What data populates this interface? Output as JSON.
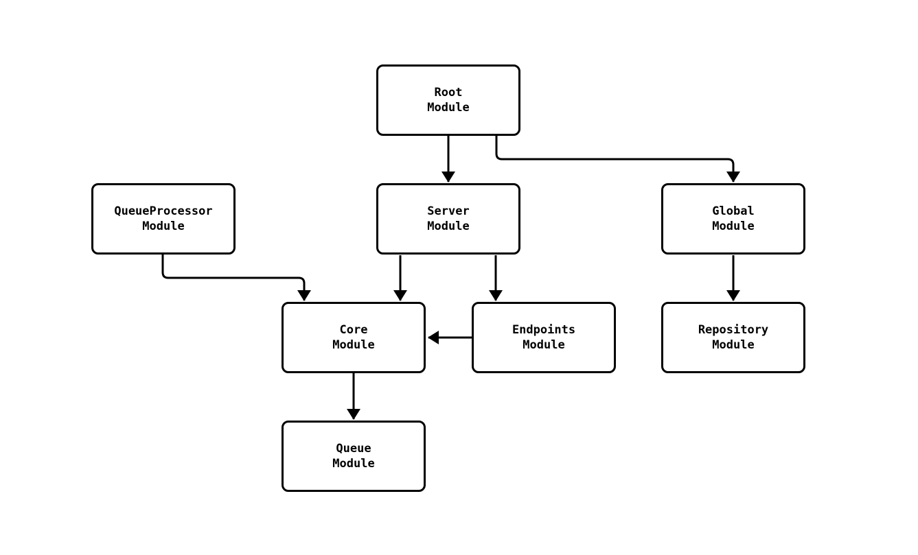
{
  "diagram": {
    "type": "flowchart",
    "background": "#ffffff",
    "colors": {
      "node_fill": "#ffffff",
      "node_border": "#000000",
      "edge": "#000000",
      "text": "#000000"
    },
    "nodes": [
      {
        "id": "root",
        "label": "Root\nModule"
      },
      {
        "id": "queueprocessor",
        "label": "QueueProcessor\nModule"
      },
      {
        "id": "server",
        "label": "Server\nModule"
      },
      {
        "id": "global",
        "label": "Global\nModule"
      },
      {
        "id": "core",
        "label": "Core\nModule"
      },
      {
        "id": "endpoints",
        "label": "Endpoints\nModule"
      },
      {
        "id": "repository",
        "label": "Repository\nModule"
      },
      {
        "id": "queue",
        "label": "Queue\nModule"
      }
    ],
    "edges": [
      {
        "from": "Root Module",
        "to": "Server Module"
      },
      {
        "from": "Root Module",
        "to": "Global Module"
      },
      {
        "from": "QueueProcessor Module",
        "to": "Core Module"
      },
      {
        "from": "Server Module",
        "to": "Core Module"
      },
      {
        "from": "Server Module",
        "to": "Endpoints Module"
      },
      {
        "from": "Endpoints Module",
        "to": "Core Module"
      },
      {
        "from": "Global Module",
        "to": "Repository Module"
      },
      {
        "from": "Core Module",
        "to": "Queue Module"
      }
    ]
  }
}
